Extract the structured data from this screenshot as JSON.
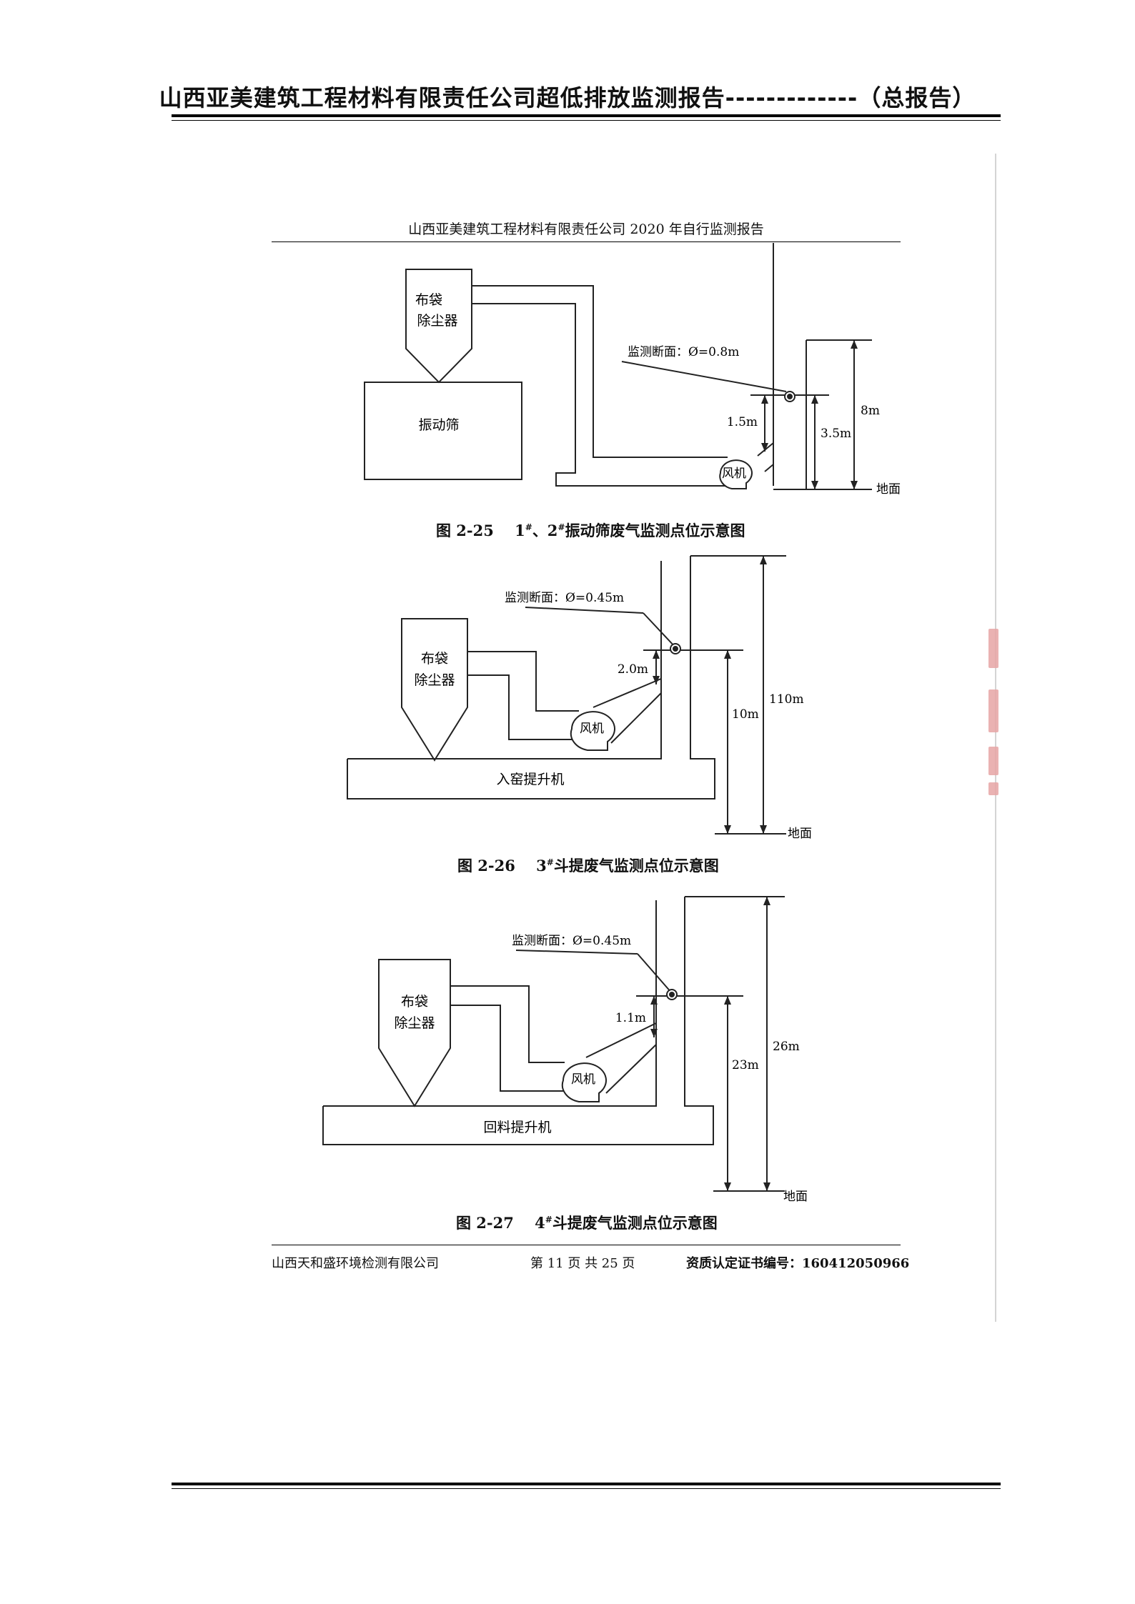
{
  "outer_header": {
    "title": "山西亚美建筑工程材料有限责任公司超低排放监测报告-------------（总报告）"
  },
  "inner_header": {
    "title": "山西亚美建筑工程材料有限责任公司 2020 年自行监测报告"
  },
  "figures": [
    {
      "labels": {
        "dust_collector_line1": "布袋",
        "dust_collector_line2": "除尘器",
        "machine": "振动筛",
        "section": "监测断面：Ø=0.8m",
        "fan": "风机",
        "dim_short": "1.5m",
        "dim_mid": "3.5m",
        "dim_total": "8m",
        "ground": "地面"
      },
      "caption": {
        "number": "图 2-25",
        "p1": "1",
        "sup1": "#",
        "p2": "、2",
        "sup2": "#",
        "rest": "振动筛废气监测点位示意图"
      }
    },
    {
      "labels": {
        "dust_collector_line1": "布袋",
        "dust_collector_line2": "除尘器",
        "machine": "入窑提升机",
        "section": "监测断面：Ø=0.45m",
        "fan": "风机",
        "dim_short": "2.0m",
        "dim_mid": "10m",
        "dim_total": "110m",
        "ground": "地面"
      },
      "caption": {
        "number": "图 2-26",
        "p1": "3",
        "sup1": "#",
        "rest": "斗提废气监测点位示意图"
      }
    },
    {
      "labels": {
        "dust_collector_line1": "布袋",
        "dust_collector_line2": "除尘器",
        "machine": "回料提升机",
        "section": "监测断面：Ø=0.45m",
        "fan": "风机",
        "dim_short": "1.1m",
        "dim_mid": "23m",
        "dim_total": "26m",
        "ground": "地面"
      },
      "caption": {
        "number": "图 2-27",
        "p1": "4",
        "sup1": "#",
        "rest": "斗提废气监测点位示意图"
      }
    }
  ],
  "footer": {
    "company": "山西天和盛环境检测有限公司",
    "page": "第 11 页 共 25 页",
    "cert": "资质认定证书编号：160412050966"
  }
}
